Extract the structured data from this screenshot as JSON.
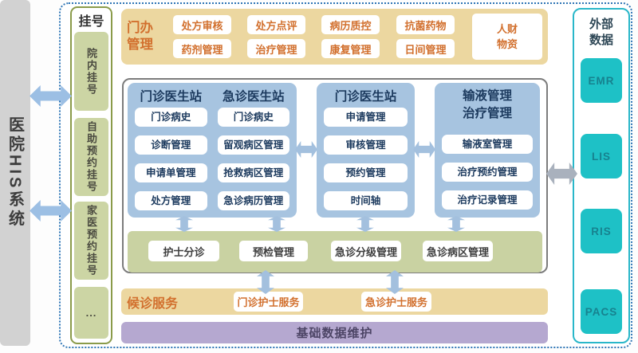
{
  "colors": {
    "panel_blue": "#a7c4e0",
    "bar_tan": "#ecd7a0",
    "band_green": "#c9d2a2",
    "bar_purple": "#b5a8d0",
    "box_teal": "#1ec1c6",
    "text_orange": "#d2702e",
    "text_navy": "#1c3a5e",
    "frame_dash_blue": "#2e75b5",
    "reg_border_olive": "#8a9b4a"
  },
  "his_bar": {
    "title": "医院HIS系统"
  },
  "registration": {
    "title": "挂号",
    "items": [
      "院内挂号",
      "自助预约挂号",
      "家医预约挂号",
      "..."
    ]
  },
  "admin_bar": {
    "title": "门办\n管理",
    "pills_row1": [
      "处方审核",
      "处方点评",
      "病历质控",
      "抗菌药物"
    ],
    "pills_row2": [
      "药剂管理",
      "治疗管理",
      "康复管理",
      "日间管理"
    ],
    "tall_pill": "人财\n物资"
  },
  "main": {
    "stations": [
      {
        "title": "门诊医生站",
        "items": [
          "门诊病史",
          "诊断管理",
          "申请单管理",
          "处方管理"
        ]
      },
      {
        "title": "急诊医生站",
        "items": [
          "门诊病史",
          "留观病区管理",
          "抢救病区管理",
          "急诊病历管理"
        ]
      },
      {
        "title": "门诊医生站",
        "items": [
          "申请管理",
          "审核管理",
          "预约管理",
          "时间轴"
        ]
      },
      {
        "title": "输液管理\n治疗管理",
        "items": [
          "输液室管理",
          "治疗预约管理",
          "治疗记录管理"
        ]
      }
    ],
    "nurse_band": [
      "护士分诊",
      "预检管理",
      "急诊分级管理",
      "急诊病区管理"
    ]
  },
  "waiting_bar": {
    "title": "候诊服务",
    "items": [
      "门诊护士服务",
      "急诊护士服务"
    ]
  },
  "base_bar": {
    "title": "基础数据维护"
  },
  "external": {
    "title": "外部\n数据",
    "items": [
      "EMR",
      "LIS",
      "RIS",
      "PACS"
    ]
  }
}
